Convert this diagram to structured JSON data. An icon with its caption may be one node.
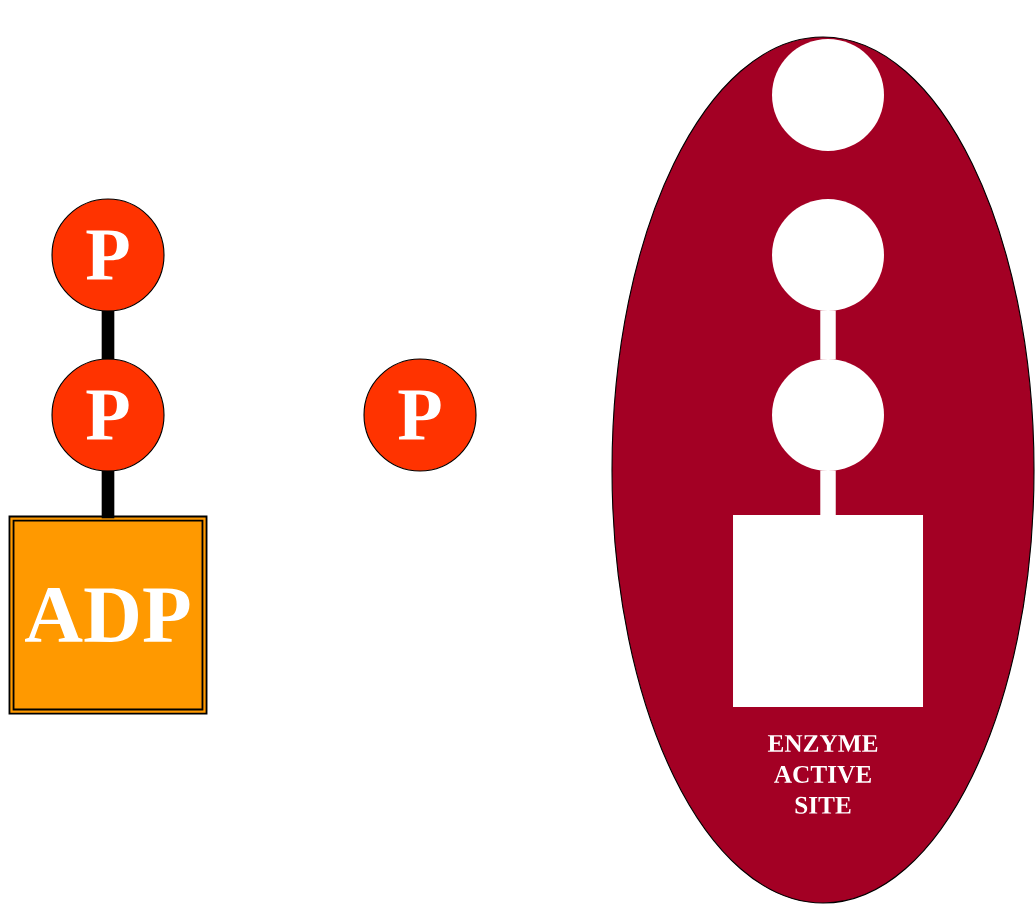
{
  "diagram": {
    "nodes": [
      {
        "text": [
          "P"
        ]
      },
      {
        "text": [
          "P"
        ]
      },
      {
        "text": [
          "ADP"
        ]
      },
      {
        "text": [
          "P"
        ]
      },
      {
        "text": [
          "ENZYME ACTIVE SITE"
        ]
      },
      {
        "text": [],
        "shape": "circle",
        "in": 4
      },
      {
        "text": [],
        "shape": "circle",
        "in": 4
      },
      {
        "text": [],
        "shape": "circle",
        "in": 4
      },
      {
        "text": [],
        "shape": "box",
        "in": 4
      }
    ],
    "edges": [
      {
        "from": 0,
        "to": 1,
        "arrow": "none"
      },
      {
        "from": 1,
        "to": 2,
        "arrow": "none"
      },
      {
        "from": 6,
        "to": 7,
        "arrow": "none",
        "color": "#ffffff"
      },
      {
        "from": 7,
        "to": 8,
        "arrow": "none",
        "color": "#ffffff"
      }
    ]
  }
}
